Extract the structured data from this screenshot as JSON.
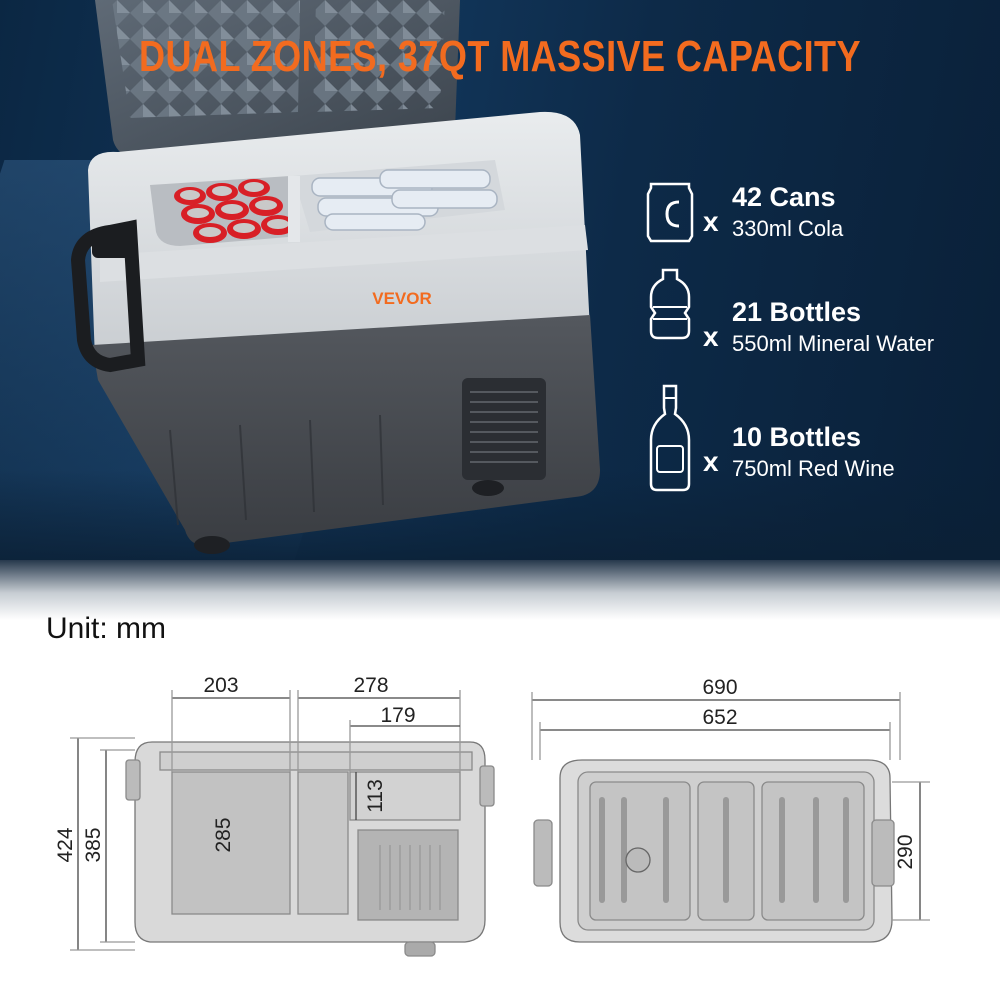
{
  "headline": "DUAL ZONES, 37QT MASSIVE CAPACITY",
  "brand": {
    "logo": "VEVOR"
  },
  "capacity": [
    {
      "icon": "can-icon",
      "multiplier": "x",
      "quantity": "42 Cans",
      "description": "330ml Cola"
    },
    {
      "icon": "water-bottle-icon",
      "multiplier": "x",
      "quantity": "21 Bottles",
      "description": "550ml Mineral Water"
    },
    {
      "icon": "wine-bottle-icon",
      "multiplier": "x",
      "quantity": "10 Bottles",
      "description": "750ml Red Wine"
    }
  ],
  "diagram": {
    "unit_label": "Unit: mm",
    "side_view": {
      "width_left_zone": "203",
      "width_right_zone": "278",
      "width_step": "179",
      "height_step": "113",
      "depth_inner": "285",
      "height_total": "424",
      "height_body": "385"
    },
    "top_view": {
      "length_total": "690",
      "length_body": "652",
      "width": "290"
    }
  },
  "colors": {
    "accent": "#f26b1f",
    "background_dark": "#0d2a48",
    "text_light": "#ffffff"
  }
}
